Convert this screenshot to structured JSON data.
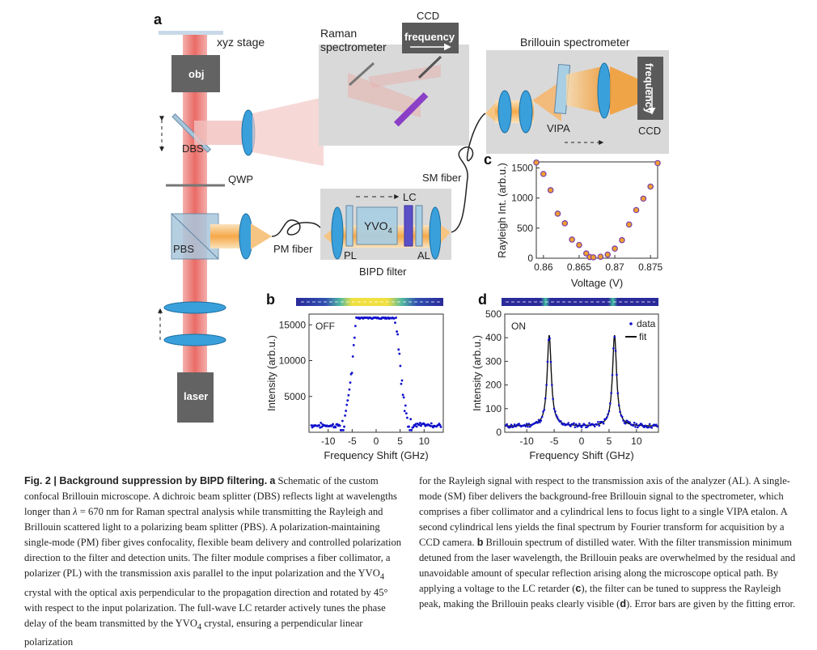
{
  "panels": {
    "a": {
      "letter": "a",
      "labels": {
        "xyz_stage": "xyz stage",
        "obj": "obj",
        "dbs": "DBS",
        "qwp": "QWP",
        "pbs": "PBS",
        "laser": "laser",
        "raman": "Raman",
        "spectrometer": "spectrometer",
        "ccd_top": "CCD",
        "frequency_top": "frequency",
        "brillouin_spectrometer": "Brillouin spectrometer",
        "vipa": "VIPA",
        "ccd_right": "CCD",
        "frequency_right": "frequency",
        "sm_fiber": "SM fiber",
        "pm_fiber": "PM fiber",
        "lc": "LC",
        "yvo": "YVO",
        "yvo_sub": "4",
        "pl": "PL",
        "al": "AL",
        "bipd_filter": "BIPD filter"
      }
    },
    "b": {
      "letter": "b",
      "tag": "OFF"
    },
    "c": {
      "letter": "c"
    },
    "d": {
      "letter": "d",
      "tag": "ON",
      "legend_data": "data",
      "legend_fit": "fit"
    }
  },
  "chart_data": [
    {
      "id": "c",
      "type": "scatter",
      "xlabel": "Voltage (V)",
      "ylabel": "Rayleigh Int. (arb.u.)",
      "xlim": [
        0.859,
        0.876
      ],
      "ylim": [
        0,
        1600
      ],
      "xticks": [
        0.86,
        0.865,
        0.87,
        0.875
      ],
      "xtick_labels": [
        "0.86",
        "0.865",
        "0.87",
        "0.875"
      ],
      "yticks": [
        0,
        500,
        1000,
        1500
      ],
      "yticks_labels": [
        "0",
        "500",
        "1000",
        "1500"
      ],
      "x": [
        0.859,
        0.86,
        0.861,
        0.862,
        0.863,
        0.864,
        0.865,
        0.866,
        0.8665,
        0.867,
        0.868,
        0.869,
        0.87,
        0.871,
        0.872,
        0.873,
        0.874,
        0.875,
        0.876
      ],
      "y": [
        1590,
        1400,
        1130,
        740,
        580,
        310,
        220,
        80,
        20,
        15,
        25,
        60,
        160,
        300,
        560,
        800,
        990,
        1190,
        1580
      ],
      "color": "#7a3fa8"
    },
    {
      "id": "b",
      "type": "scatter",
      "xlabel": "Frequency Shift (GHz)",
      "ylabel": "Intensity (arb.u.)",
      "xlim": [
        -14,
        14
      ],
      "ylim": [
        0,
        16500
      ],
      "xticks": [
        -10,
        -5,
        0,
        5,
        10
      ],
      "xtick_labels": [
        "-10",
        "-5",
        "0",
        "5",
        "10"
      ],
      "yticks": [
        5000,
        10000,
        15000
      ],
      "ytick_labels": [
        "5000",
        "10000",
        "15000"
      ],
      "color": "#1010cc"
    },
    {
      "id": "d",
      "type": "scatter",
      "xlabel": "Frequency Shift (GHz)",
      "ylabel": "Intensity (arb.u.)",
      "xlim": [
        -14,
        14
      ],
      "ylim": [
        0,
        500
      ],
      "xticks": [
        -10,
        -5,
        0,
        5,
        10
      ],
      "xtick_labels": [
        "-10",
        "-5",
        "0",
        "5",
        "10"
      ],
      "yticks": [
        0,
        100,
        200,
        300,
        400,
        500
      ],
      "ytick_labels": [
        "0",
        "100",
        "200",
        "300",
        "400",
        "500"
      ],
      "peaks": [
        -5.9,
        6.0
      ],
      "peak_height": 410,
      "baseline": 25,
      "color": "#1010cc"
    }
  ],
  "caption": {
    "left_bold": "Fig. 2 | Background suppression by BIPD filtering.",
    "left_a": "a",
    "left_text_1": " Schematic of the custom confocal Brillouin microscope. A dichroic beam splitter (DBS) reflects light at wavelengths longer than ",
    "lambda": "λ",
    "left_text_2": " = 670 nm for Raman spectral analysis while transmitting the Rayleigh and Brillouin scattered light to a polarizing beam splitter (PBS). A polarization-maintaining single-mode (PM) fiber gives confocality, flexible beam delivery and controlled polarization direction to the filter and detection units. The filter module comprises a fiber collimator, a polarizer (PL) with the transmission axis parallel to the input polarization and the YVO",
    "left_sub_1": "4",
    "left_text_3": " crystal with the optical axis perpendicular to the propagation direction and rotated by 45° with respect to the input polarization. The full-wave LC retarder actively tunes the phase delay of the beam transmitted by the YVO",
    "left_sub_2": "4",
    "left_text_4": " crystal, ensuring a perpendicular linear polarization",
    "right_text_1": "for the Rayleigh signal with respect to the transmission axis of the analyzer (AL). A single-mode (SM) fiber delivers the background-free Brillouin signal to the spectrometer, which comprises a fiber collimator and a cylindrical lens to focus light to a single VIPA etalon. A second cylindrical lens yields the final spectrum by Fourier transform for acquisition by a CCD camera. ",
    "right_b": "b",
    "right_text_2": " Brillouin spectrum of distilled water. With the filter transmission minimum detuned from the laser wavelength, the Brillouin peaks are overwhelmed by the residual and unavoidable amount of specular reflection arising along the microscope optical path. By applying a voltage to the LC retarder (",
    "right_c": "c",
    "right_text_3": "), the filter can be tuned to suppress the Rayleigh peak, making the Brillouin peaks clearly visible (",
    "right_d": "d",
    "right_text_4": "). Error bars are given by the fitting error."
  }
}
